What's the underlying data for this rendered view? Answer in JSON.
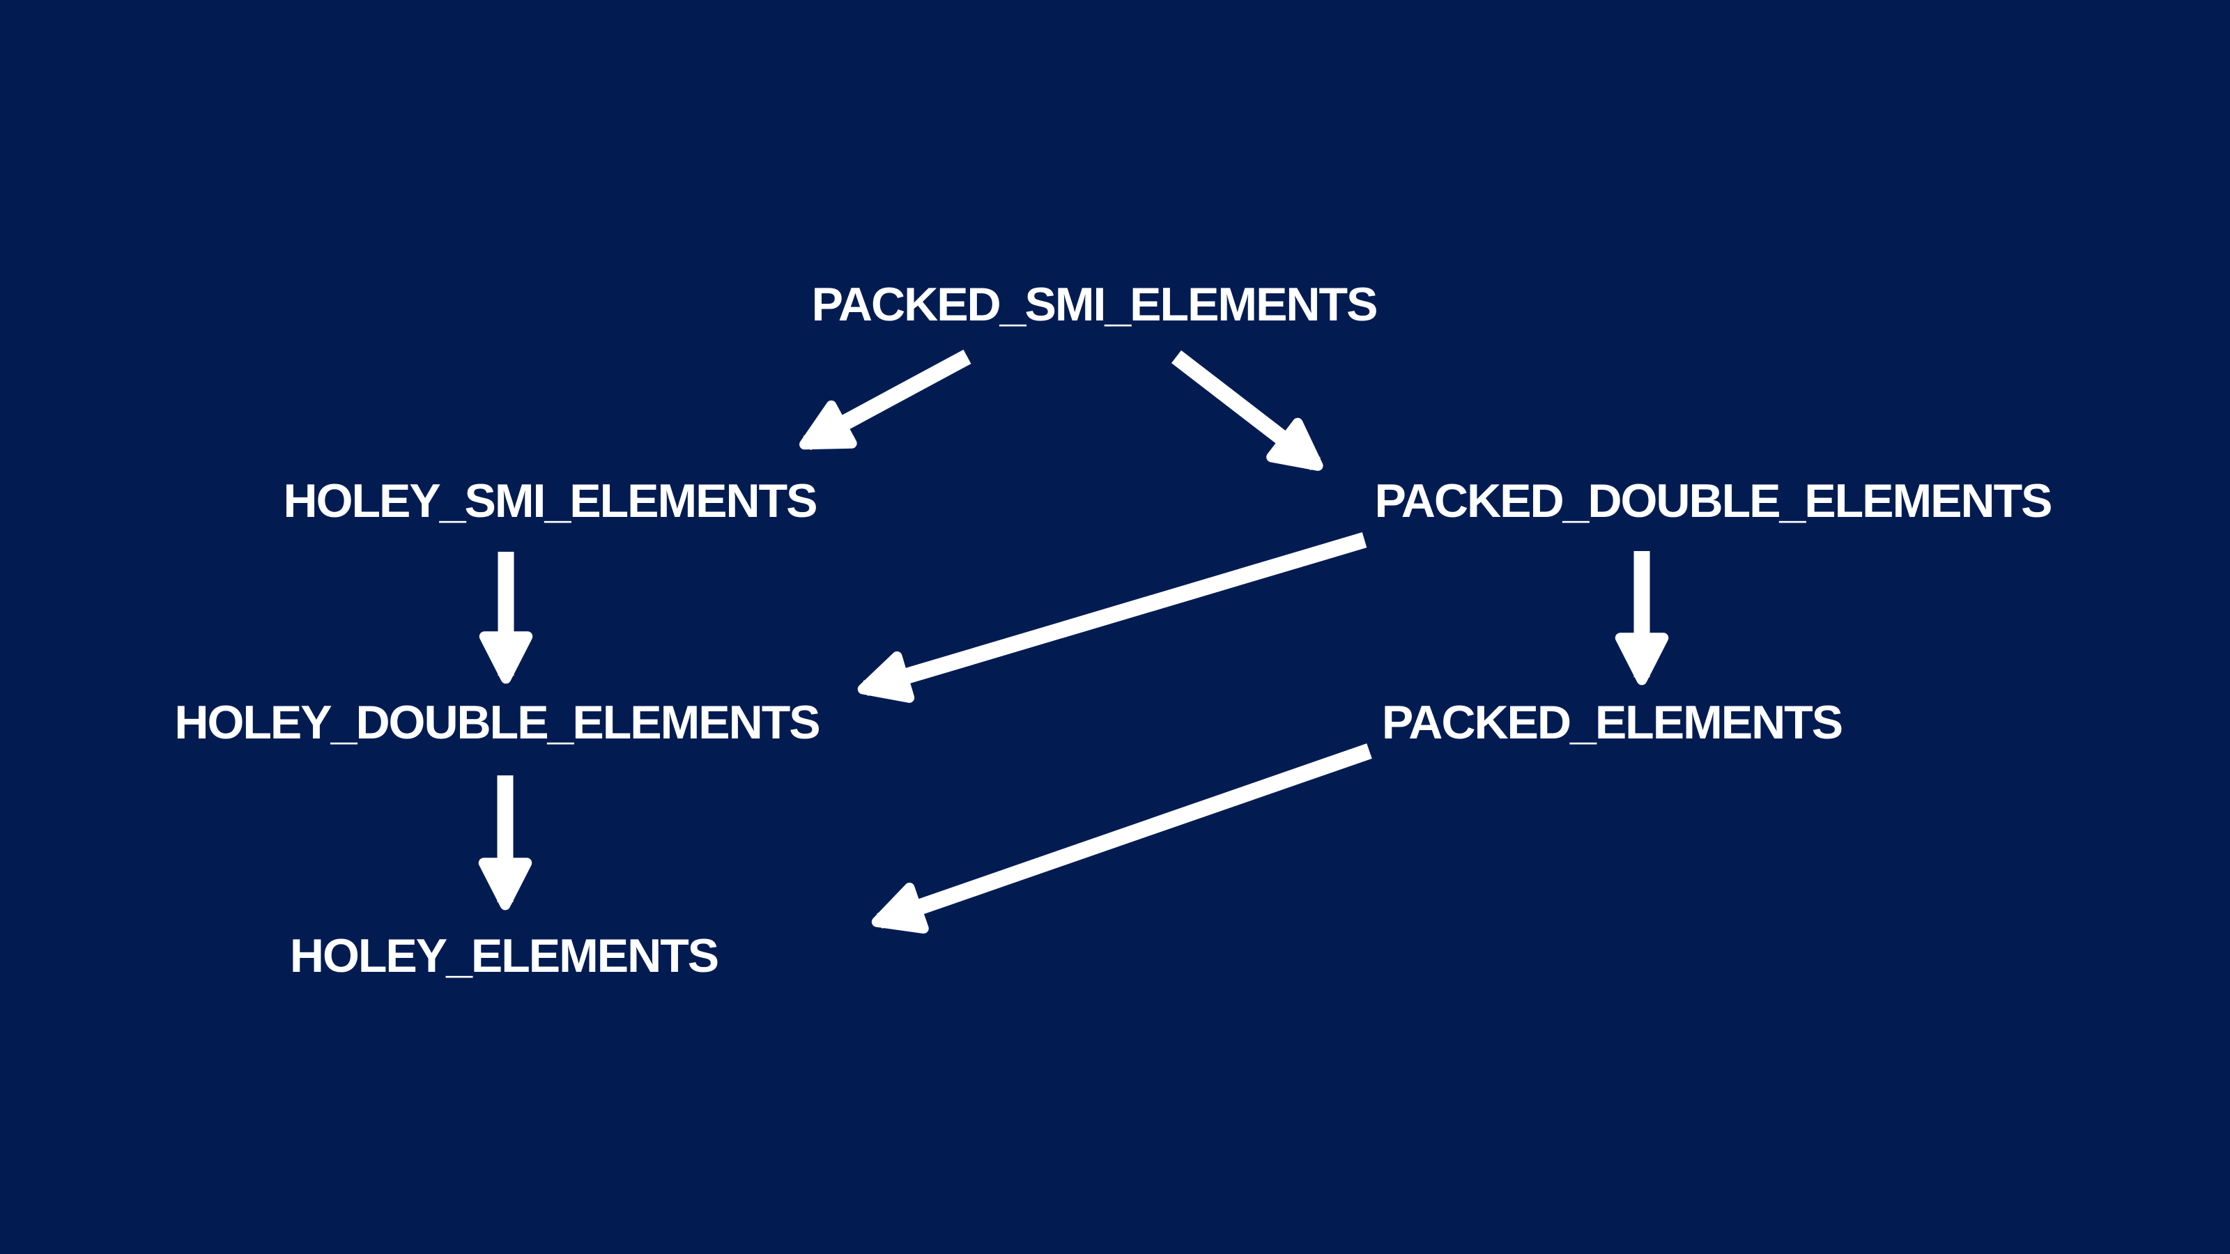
{
  "diagram": {
    "background_color": "#021C52",
    "foreground_color": "#FFFFFF",
    "nodes": {
      "packed_smi": {
        "label": "PACKED_SMI_ELEMENTS"
      },
      "holey_smi": {
        "label": "HOLEY_SMI_ELEMENTS"
      },
      "packed_double": {
        "label": "PACKED_DOUBLE_ELEMENTS"
      },
      "holey_double": {
        "label": "HOLEY_DOUBLE_ELEMENTS"
      },
      "packed": {
        "label": "PACKED_ELEMENTS"
      },
      "holey": {
        "label": "HOLEY_ELEMENTS"
      }
    },
    "edges": [
      {
        "from": "PACKED_SMI_ELEMENTS",
        "to": "HOLEY_SMI_ELEMENTS"
      },
      {
        "from": "PACKED_SMI_ELEMENTS",
        "to": "PACKED_DOUBLE_ELEMENTS"
      },
      {
        "from": "HOLEY_SMI_ELEMENTS",
        "to": "HOLEY_DOUBLE_ELEMENTS"
      },
      {
        "from": "PACKED_DOUBLE_ELEMENTS",
        "to": "HOLEY_DOUBLE_ELEMENTS"
      },
      {
        "from": "PACKED_DOUBLE_ELEMENTS",
        "to": "PACKED_ELEMENTS"
      },
      {
        "from": "HOLEY_DOUBLE_ELEMENTS",
        "to": "HOLEY_ELEMENTS"
      },
      {
        "from": "PACKED_ELEMENTS",
        "to": "HOLEY_ELEMENTS"
      }
    ]
  }
}
